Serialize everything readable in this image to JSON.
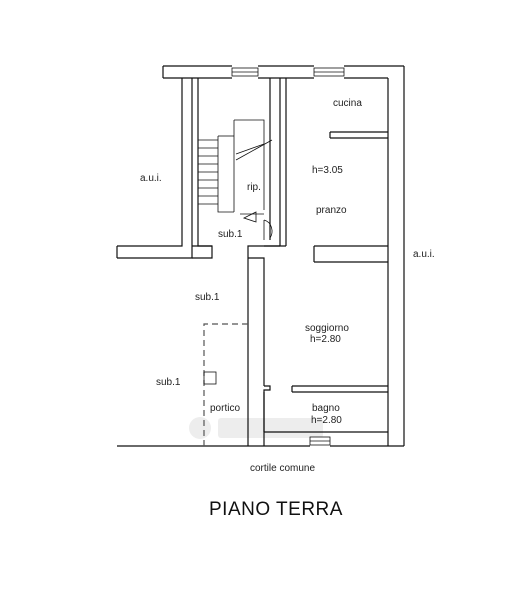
{
  "plan": {
    "title": "PIANO TERRA",
    "rooms": {
      "aui_left": "a.u.i.",
      "aui_right": "a.u.i.",
      "cucina": "cucina",
      "rip": "rip.",
      "cucina_height": "h=3.05",
      "pranzo": "pranzo",
      "sub1_stair": "sub.1",
      "sub1_yard": "sub.1",
      "sub1_portico": "sub.1",
      "soggiorno": "soggiorno",
      "soggiorno_height": "h=2.80",
      "portico": "portico",
      "bagno": "bagno",
      "bagno_height": "h=2.80",
      "cortile": "cortile comune"
    }
  }
}
